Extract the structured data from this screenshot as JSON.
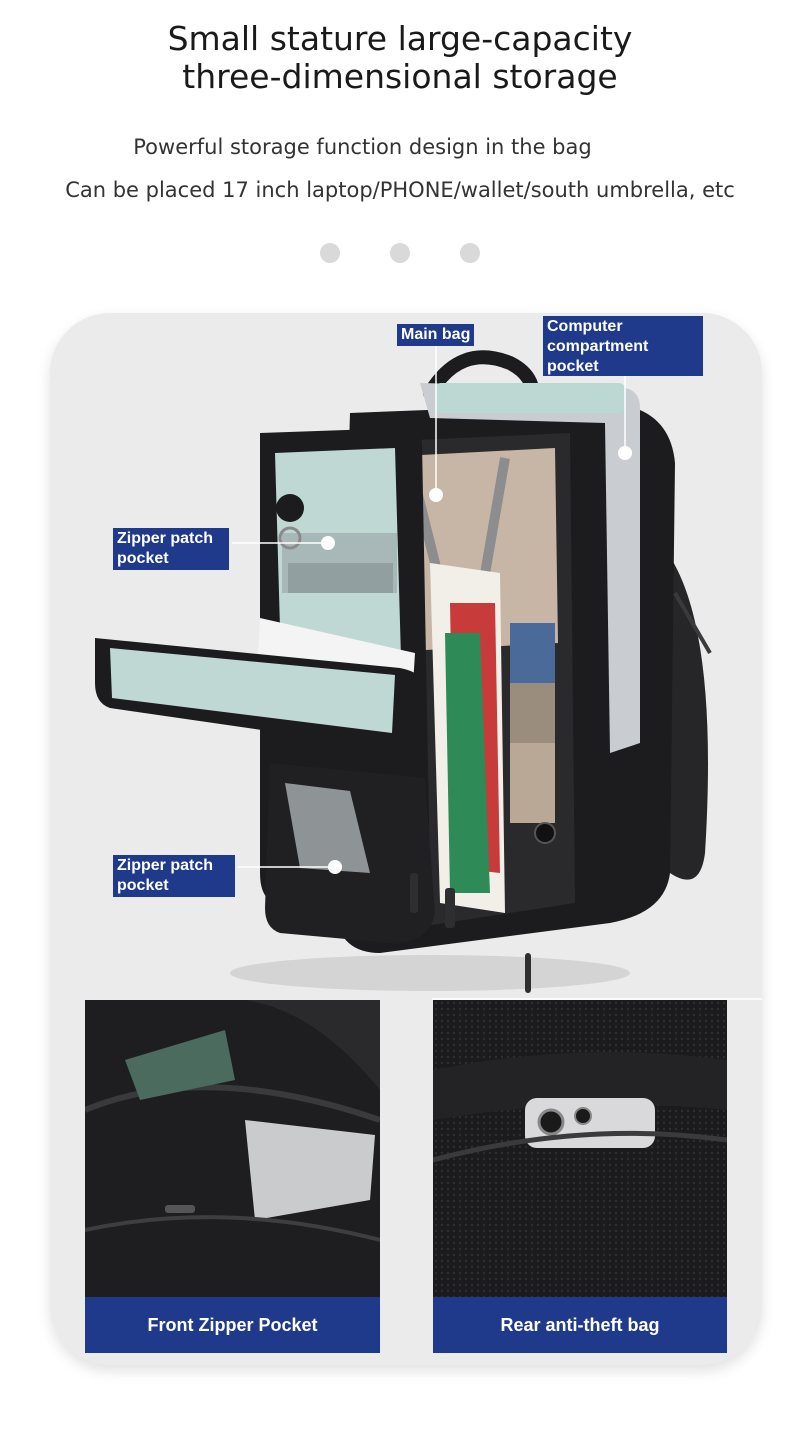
{
  "heading": {
    "line1": "Small stature large-capacity",
    "line2": "three-dimensional storage"
  },
  "subtitle": {
    "line1": "Powerful storage function design in the bag",
    "line2": "Can be placed 17 inch laptop/PHONE/wallet/south umbrella, etc"
  },
  "callouts": {
    "main_bag": "Main bag",
    "computer_compartment_line1": "Computer",
    "computer_compartment_line2": "compartment",
    "computer_compartment_line3": "pocket",
    "zipper_patch_upper_line1": "Zipper patch",
    "zipper_patch_upper_line2": "pocket",
    "zipper_patch_lower_line1": "Zipper patch",
    "zipper_patch_lower_line2": "pocket"
  },
  "details": {
    "front": "Front Zipper Pocket",
    "rear": "Rear anti-theft bag"
  },
  "colors": {
    "label_blue": "#1f3a8a",
    "card_bg": "#ebebeb",
    "bag_black": "#1c1c1e",
    "lining_mint": "#bfd8d4"
  },
  "carousel": {
    "dot_count": 3,
    "active_index": 0
  }
}
